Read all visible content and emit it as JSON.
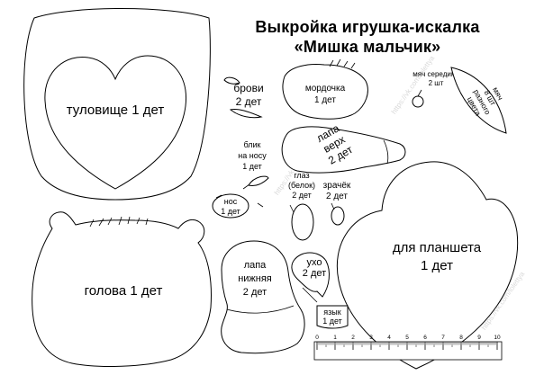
{
  "header": {
    "title_line1": "Выкройка игрушка-искалка",
    "title_line2": "«Мишка мальчик»"
  },
  "pieces": {
    "body": "туловище 1 дет",
    "head": "голова 1 дет",
    "tablet_line1": "для планшета",
    "tablet_line2": "1 дет",
    "muzzle_line1": "мордочка",
    "muzzle_line2": "1 дет",
    "brows_line1": "брови",
    "brows_line2": "2 дет",
    "highlight_line1": "блик",
    "highlight_line2": "на носу",
    "highlight_line3": "1 дет",
    "nose_line1": "нос",
    "nose_line2": "1 дет",
    "paw_top_line1": "лапа",
    "paw_top_line2": "верх",
    "paw_top_line3": "2 дет",
    "eye_white_line1": "глаз",
    "eye_white_line2": "(белок)",
    "eye_white_line3": "2 дет",
    "pupil_line1": "зрачёк",
    "pupil_line2": "2 дет",
    "ear_line1": "ухо",
    "ear_line2": "2 дет",
    "paw_bottom_line1": "лапа",
    "paw_bottom_line2": "нижняя",
    "paw_bottom_line3": "2 дет",
    "tongue_line1": "язык",
    "tongue_line2": "1 дет",
    "ball_center_line1": "мяч середина",
    "ball_center_line2": "2 шт",
    "ball_line1": "мяч",
    "ball_line2": "8 шт",
    "ball_line3": "разного",
    "ball_line4": "цвета"
  },
  "ruler": {
    "labels": [
      "0",
      "1",
      "2",
      "3",
      "4",
      "5",
      "6",
      "7",
      "8",
      "9",
      "10"
    ]
  },
  "watermark": {
    "text": "https://vk.com/lolettya"
  }
}
